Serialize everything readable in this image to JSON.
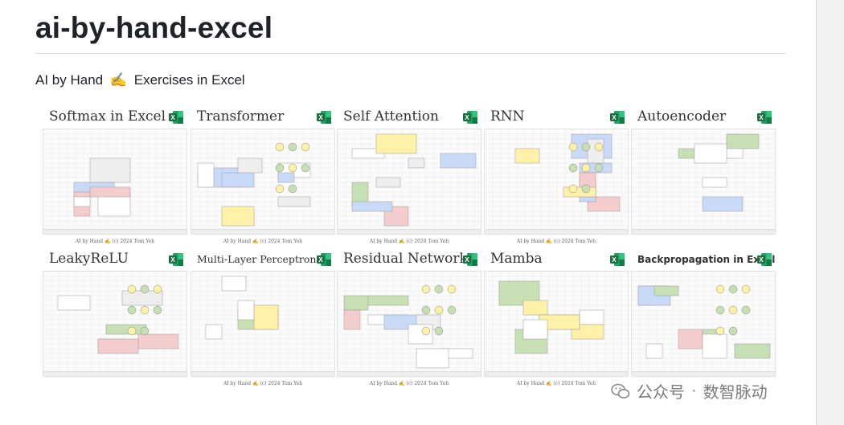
{
  "header": {
    "title": "ai-by-hand-excel",
    "subtitle_prefix": "AI by Hand",
    "subtitle_emoji": "✍️",
    "subtitle_suffix": "Exercises in Excel"
  },
  "cards": [
    {
      "title": "Softmax in Excel",
      "credit": "AI by Hand ✍ (c) 2024 Tom Yeh"
    },
    {
      "title": "Transformer",
      "credit": "AI by Hand ✍ (c) 2024 Tom Yeh"
    },
    {
      "title": "Self Attention",
      "credit": "AI by Hand ✍ (c) 2024 Tom Yeh"
    },
    {
      "title": "RNN",
      "credit": "AI by Hand ✍ (c) 2024 Tom Yeh"
    },
    {
      "title": "Autoencoder",
      "credit": ""
    },
    {
      "title": "LeakyReLU",
      "credit": ""
    },
    {
      "title": "Multi-Layer Perceptron",
      "credit": "AI by Hand ✍ (c) 2024 Tom Yeh"
    },
    {
      "title": "Residual Network",
      "credit": "AI by Hand ✍ (c) 2024 Tom Yeh"
    },
    {
      "title": "Mamba",
      "credit": "AI by Hand ✍ (c) 2024 Tom Yeh"
    },
    {
      "title": "Backpropagation in Excel",
      "credit": ""
    }
  ],
  "watermark": {
    "text_left": "公众号",
    "text_right": "数智脉动"
  },
  "colors": {
    "excel_green": "#1d6f42",
    "cell_yellow": "#fff2a8",
    "cell_blue": "#c9daf8",
    "cell_green": "#c6e0b4",
    "cell_red": "#f4cccc"
  },
  "icons": [
    "excel-icon",
    "wechat-icon"
  ]
}
